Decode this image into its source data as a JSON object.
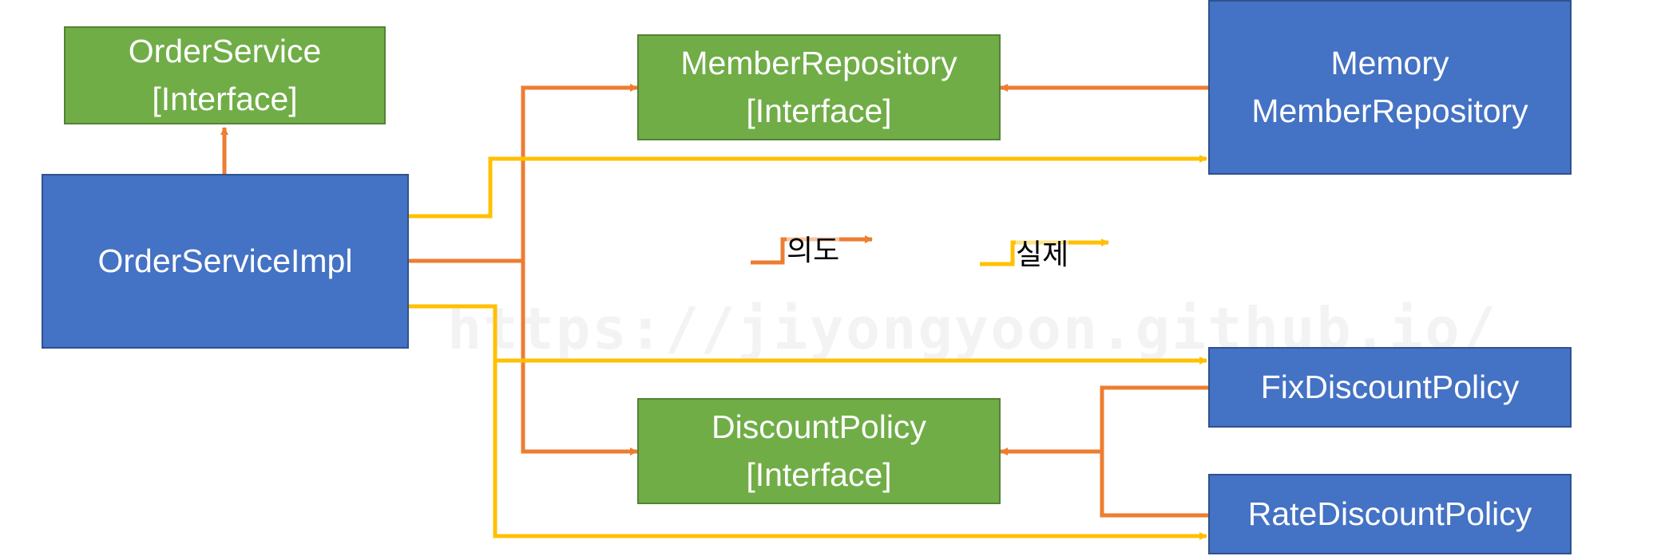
{
  "colors": {
    "intended": "#ed7d31",
    "actual": "#ffc000",
    "interface_fill": "#70ad47",
    "impl_fill": "#4472c4"
  },
  "boxes": {
    "order_service": {
      "line1": "OrderService",
      "line2": "[Interface]"
    },
    "order_service_impl": {
      "line1": "OrderServiceImpl"
    },
    "member_repository": {
      "line1": "MemberRepository",
      "line2": "[Interface]"
    },
    "memory_member_repository": {
      "line1": "Memory",
      "line2": "MemberRepository"
    },
    "discount_policy": {
      "line1": "DiscountPolicy",
      "line2": "[Interface]"
    },
    "fix_discount_policy": {
      "line1": "FixDiscountPolicy"
    },
    "rate_discount_policy": {
      "line1": "RateDiscountPolicy"
    }
  },
  "legend": {
    "intended_label": "의도",
    "actual_label": "실제"
  },
  "watermark": "https://jiyongyoon.github.io/"
}
